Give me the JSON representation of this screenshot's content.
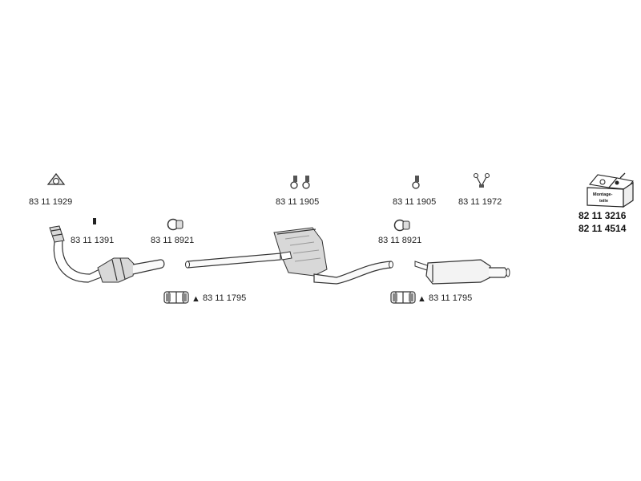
{
  "parts": {
    "gasket_front": "83 11 1929",
    "rubber_mount_front": "83 11 1391",
    "clamp_front": "83 11 8921",
    "hanger_pair": "83 11 1905",
    "hanger_single": "83 11 1905",
    "hanger_v": "83 11 1972",
    "clamp_rear": "83 11 8921",
    "sleeve_front": "83 11 1795",
    "sleeve_rear": "83 11 1795"
  },
  "kit": {
    "box_label_line1": "Montage-",
    "box_label_line2": "teile",
    "number_1": "82 11 3216",
    "number_2": "82 11 4514"
  },
  "symbols": {
    "warning_triangle": "▲"
  }
}
